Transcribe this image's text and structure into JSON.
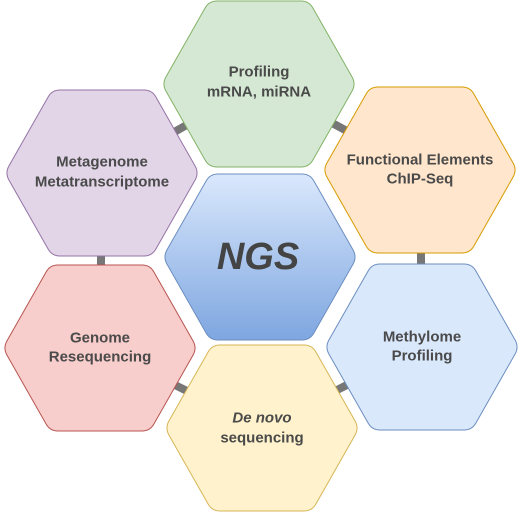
{
  "center": {
    "label": "NGS",
    "fill_top": "#dae8fc",
    "fill_bottom": "#7ea6e0",
    "stroke": "#6c8ebf"
  },
  "hexagons": [
    {
      "id": "profiling",
      "line1": "Profiling",
      "line2": "mRNA, miRNA",
      "italic_line1": false,
      "fill": "#d5e8d4",
      "stroke": "#82b366"
    },
    {
      "id": "functional",
      "line1": "Functional Elements",
      "line2": "ChIP-Seq",
      "italic_line1": false,
      "fill": "#ffe6cc",
      "stroke": "#d79b00"
    },
    {
      "id": "methylome",
      "line1": "Methylome",
      "line2": "Profiling",
      "italic_line1": false,
      "fill": "#dae8fc",
      "stroke": "#6c8ebf"
    },
    {
      "id": "denovo",
      "line1": "De novo",
      "line2": "sequencing",
      "italic_line1": true,
      "fill": "#fff2cc",
      "stroke": "#d6b656"
    },
    {
      "id": "genome",
      "line1": "Genome",
      "line2": "Resequencing",
      "italic_line1": false,
      "fill": "#f8cecc",
      "stroke": "#b85450"
    },
    {
      "id": "metagenome",
      "line1": "Metagenome",
      "line2": "Metatranscriptome",
      "italic_line1": false,
      "fill": "#e1d5e7",
      "stroke": "#9673a6"
    }
  ],
  "connector_color": "#777777"
}
